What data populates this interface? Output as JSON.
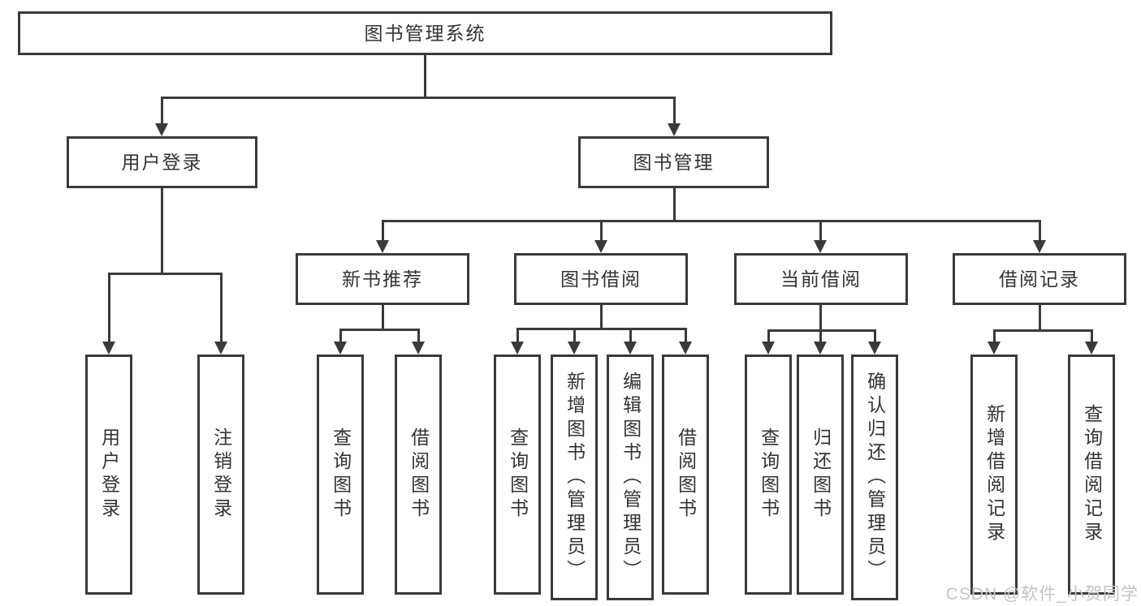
{
  "nodes": {
    "root": "图书管理系统",
    "user_login": "用户登录",
    "book_mgmt": "图书管理",
    "new_book_rec": "新书推荐",
    "book_borrow": "图书借阅",
    "current_borrow": "当前借阅",
    "borrow_records": "借阅记录",
    "leaf_user_login": "用户登录",
    "leaf_logout": "注销登录",
    "rec_query_book": "查询图书",
    "rec_borrow_book": "借阅图书",
    "bb_query_book": "查询图书",
    "bb_add_book": "新增图书（管理员）",
    "bb_edit_book": "编辑图书（管理员）",
    "bb_borrow_book": "借阅图书",
    "cb_query_book": "查询图书",
    "cb_return_book": "归还图书",
    "cb_confirm_return": "确认归还（管理员）",
    "br_add_record": "新增借阅记录",
    "br_query_record": "查询借阅记录"
  },
  "tree": {
    "label": "图书管理系统",
    "children": [
      {
        "label": "用户登录",
        "children": [
          {
            "label": "用户登录"
          },
          {
            "label": "注销登录"
          }
        ]
      },
      {
        "label": "图书管理",
        "children": [
          {
            "label": "新书推荐",
            "children": [
              {
                "label": "查询图书"
              },
              {
                "label": "借阅图书"
              }
            ]
          },
          {
            "label": "图书借阅",
            "children": [
              {
                "label": "查询图书"
              },
              {
                "label": "新增图书（管理员）"
              },
              {
                "label": "编辑图书（管理员）"
              },
              {
                "label": "借阅图书"
              }
            ]
          },
          {
            "label": "当前借阅",
            "children": [
              {
                "label": "查询图书"
              },
              {
                "label": "归还图书"
              },
              {
                "label": "确认归还（管理员）"
              }
            ]
          },
          {
            "label": "借阅记录",
            "children": [
              {
                "label": "新增借阅记录"
              },
              {
                "label": "查询借阅记录"
              }
            ]
          }
        ]
      }
    ]
  },
  "watermark": "CSDN @软件_小贺同学",
  "colors": {
    "line": "#3a3a3a",
    "text": "#333333",
    "background": "#ffffff",
    "watermark": "#c4c4c4"
  }
}
